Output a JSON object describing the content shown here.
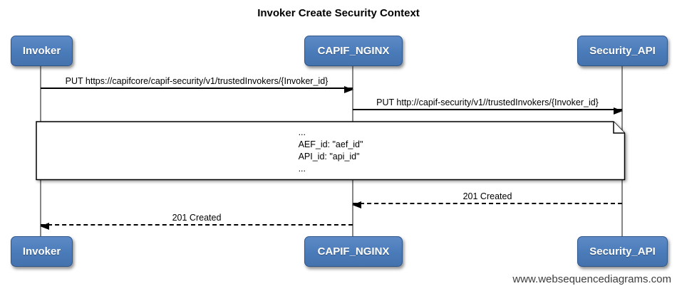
{
  "title": "Invoker Create Security Context",
  "actors": [
    {
      "id": "invoker",
      "label": "Invoker"
    },
    {
      "id": "capif_nginx",
      "label": "CAPIF_NGINX"
    },
    {
      "id": "security_api",
      "label": "Security_API"
    }
  ],
  "messages": [
    {
      "from": "Invoker",
      "to": "CAPIF_NGINX",
      "label": "PUT https://capifcore/capif-security/v1/trustedInvokers/{Invoker_id}",
      "line": "solid",
      "direction": "right"
    },
    {
      "from": "CAPIF_NGINX",
      "to": "Security_API",
      "label": "PUT http://capif-security/v1//trustedInvokers/{Invoker_id}",
      "line": "solid",
      "direction": "right"
    },
    {
      "from": "Security_API",
      "to": "CAPIF_NGINX",
      "label": "201 Created",
      "line": "dashed",
      "direction": "left"
    },
    {
      "from": "CAPIF_NGINX",
      "to": "Invoker",
      "label": "201 Created",
      "line": "dashed",
      "direction": "left"
    }
  ],
  "note": {
    "lines": [
      "...",
      "AEF_id: \"aef_id\"",
      "API_id: \"api_id\"",
      "..."
    ]
  },
  "watermark": "www.websequencediagrams.com",
  "colors": {
    "actor_fill": "#4a7bb9",
    "actor_border": "#2f5689",
    "actor_text": "#ffffff",
    "lifeline": "#868686",
    "message_line": "#000000",
    "note_fill": "#ffffff",
    "note_border": "#000000",
    "watermark_text": "#3d3d3d"
  }
}
